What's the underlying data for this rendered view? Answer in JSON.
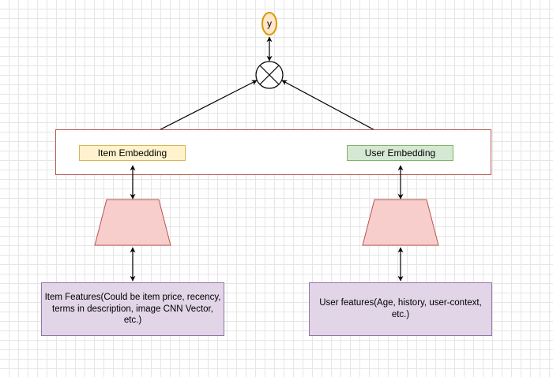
{
  "diagram": {
    "output_node": {
      "label": "y",
      "stroke": "#d79b00",
      "fill": "#ffe6cc"
    },
    "product_node": {
      "symbol": "multiply-circle-icon"
    },
    "embedding_group": {
      "stroke": "#b85450"
    },
    "item_embedding": {
      "label": "Item Embedding",
      "fill": "#fff2cc",
      "stroke": "#d6b656"
    },
    "user_embedding": {
      "label": "User Embedding",
      "fill": "#d5e8d4",
      "stroke": "#82b366"
    },
    "towers": {
      "fill": "#f8cecc",
      "stroke": "#b85450"
    },
    "item_features": {
      "label": "Item Features(Could be item price, recency, terms in description, image CNN Vector, etc.)",
      "fill": "#e1d5e7",
      "stroke": "#9673a6"
    },
    "user_features": {
      "label": "User features(Age, history, user-context, etc.)",
      "fill": "#e1d5e7",
      "stroke": "#9673a6"
    }
  }
}
